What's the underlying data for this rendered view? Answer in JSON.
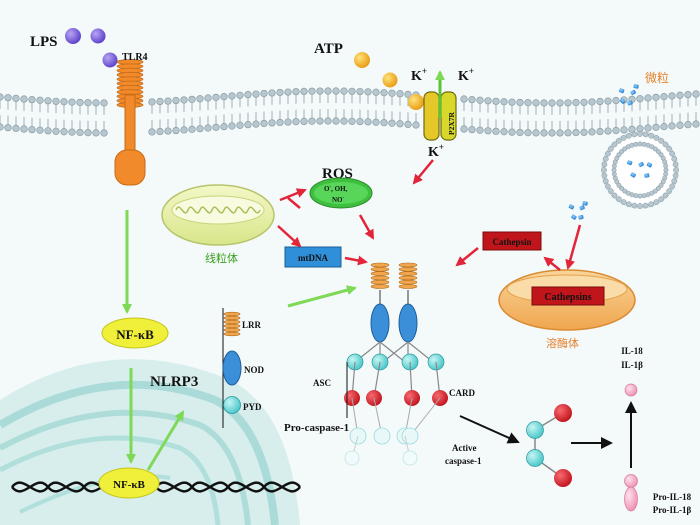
{
  "labels": {
    "lps": "LPS",
    "tlr4": "TLR4",
    "atp": "ATP",
    "k_plus": "K",
    "k_sup": "+",
    "p2x7r": "P2X7R",
    "particles": "微粒",
    "ros": "ROS",
    "ros_species_1": "O",
    "ros_species_1_sup": "-",
    "ros_species_2": ", OH,",
    "ros_species_3": "NO",
    "ros_species_3_sup": "-",
    "mitochondria": "线粒体",
    "mtdna": "mtDNA",
    "cathepsin_free": "Cathepsin",
    "cathepsins_lysosome": "Cathepsins",
    "lysosome": "溶酶体",
    "nfkb": "NF-κB",
    "nlrp3": "NLRP3",
    "lrr": "LRR",
    "nod": "NOD",
    "pyd": "PYD",
    "asc": "ASC",
    "card": "CARD",
    "pro_caspase": "Pro-caspase-1",
    "active_caspase_1": "Active",
    "active_caspase_2": "caspase-1",
    "il18": "IL-18",
    "il1b": "IL-1β",
    "pro_il18": "Pro-IL-18",
    "pro_il1b": "Pro-IL-1β"
  },
  "colors": {
    "background": "#f4f9fa",
    "membrane_head": "#9db3c0",
    "lps_purple": "#7b5fd6",
    "atp_yellow": "#f2b21c",
    "tlr4_orange": "#f08a2a",
    "green_arrow": "#7ed957",
    "red_arrow": "#e3253a",
    "nfkb_yellow": "#f0f03a",
    "ros_green": "#3ec03e",
    "mtdna_blue": "#2f8fd8",
    "cathepsin_red": "#c0161b",
    "lysosome_orange": "#f3b06a",
    "nlrp3_blue": "#3a8fd8",
    "pyd_cyan": "#5dd4d6",
    "card_red": "#d62029",
    "il_pink": "#f4a8c4",
    "nucleus_teal": "#a9dcd8"
  }
}
